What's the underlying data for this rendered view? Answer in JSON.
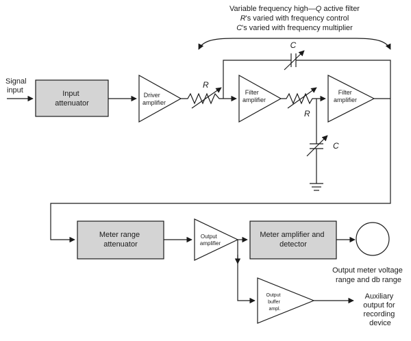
{
  "annotation": {
    "line1_pre": "Variable frequency high—",
    "line1_q": "Q",
    "line1_post": " active filter",
    "line2_r": "R",
    "line2_post": "'s varied with frequency control",
    "line3_c": "C",
    "line3_post": "'s varied with frequency multiplier"
  },
  "signal_input": [
    "Signal",
    "input"
  ],
  "input_attenuator": [
    "Input",
    "attenuator"
  ],
  "driver_amplifier": [
    "Driver",
    "amplifier"
  ],
  "filter_amplifier_1": [
    "Filter",
    "amplifier"
  ],
  "filter_amplifier_2": [
    "Filter",
    "amplifier"
  ],
  "resistor_label": "R",
  "capacitor_label": "C",
  "meter_range_attenuator": [
    "Meter range",
    "attenuator"
  ],
  "output_amplifier": [
    "Output",
    "amplifier"
  ],
  "meter_amplifier_detector": [
    "Meter amplifier and",
    "detector"
  ],
  "output_meter_caption": [
    "Output meter voltage",
    "range and db range"
  ],
  "output_buffer_amp": [
    "Output",
    "buffer",
    "ampl."
  ],
  "auxiliary_output": [
    "Auxiliary",
    "output for",
    "recording",
    "device"
  ]
}
